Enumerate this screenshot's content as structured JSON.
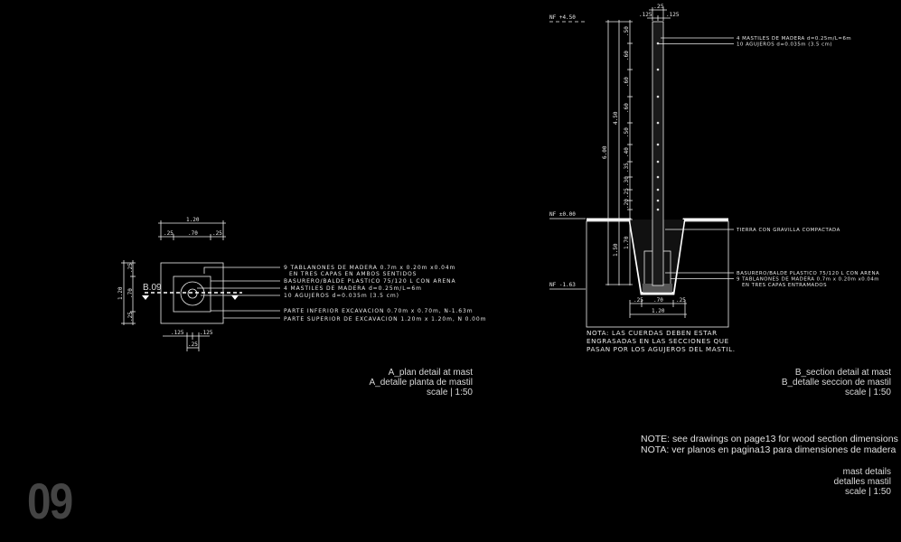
{
  "plan": {
    "dims": {
      "total_width": "1.20",
      "side_left": ".25",
      "center": ".70",
      "side_right": ".25",
      "total_height": "1.20",
      "v_top": ".25",
      "v_mid": ".70",
      "v_bot": ".25",
      "bottom_left": ".125",
      "bottom_right": ".125",
      "bottom_mast": ".25"
    },
    "section_marker": "B.09",
    "labels": [
      "9 TABLANONES DE MADERA 0.7m x 0.20m x0.04m",
      "EN TRES CAPAS EN AMBOS SENTIDOS",
      "BASURERO/BALDE PLASTICO 75/120 L CON ARENA",
      "4 MASTILES  DE MADERA  d=0.25m/L=6m",
      "10 AGUJEROS  d=0.035m (3.5 cm)",
      "PARTE INFERIOR EXCAVACION 0.70m x 0.70m, N-1.63m",
      "PARTE SUPERIOR DE EXCAVACION 1.20m x 1.20m, N 0.00m"
    ],
    "caption": [
      "A_plan detail at mast",
      "A_detalle planta de mastil",
      "scale | 1:50"
    ]
  },
  "section": {
    "levels": [
      "NF +4.50",
      "NF ±0.00",
      "NF -1.63"
    ],
    "top_dims": [
      ".25",
      ".125",
      ".125"
    ],
    "vertical_dims": {
      "total": "6.00",
      "above": "4.50",
      "below": "1.50",
      "pit": "1.70",
      "spacing": [
        ".50",
        ".60",
        ".60",
        ".60",
        ".50",
        ".40",
        ".35",
        ".30",
        ".25",
        ".20"
      ]
    },
    "bottom_dims": [
      ".25",
      ".70",
      ".25",
      "1.20"
    ],
    "labels": [
      "4 MASTILES  DE MADERA  d=0.25m/L=6m",
      "10 AGUJEROS  d=0.035m (3.5 cm)",
      "TIERRA CON GRAVILLA COMPACTADA",
      "BASURERO/BALDE PLASTICO 75/120 L CON ARENA",
      "9 TABLANONES DE MADERA 0.7m x 0.20m x0.04m",
      "EN TRES CAPAS ENTRAMADOS"
    ],
    "note": [
      "NOTA:  LAS   CUERDAS   DEBEN   ESTAR",
      "ENGRASADAS  EN  LAS  SECCIONES  QUE",
      "PASAN POR LOS AGUJEROS DEL MASTIL."
    ],
    "caption": [
      "B_section detail at mast",
      "B_detalle seccion de mastil",
      "scale | 1:50"
    ]
  },
  "notes": [
    "NOTE: see drawings on page13 for wood section dimensions",
    "NOTA: ver planos en pagina13 para dimensiones de madera"
  ],
  "sheet_caption": [
    "mast details",
    "detalles mastil",
    "scale | 1:50"
  ],
  "page_number": "09"
}
